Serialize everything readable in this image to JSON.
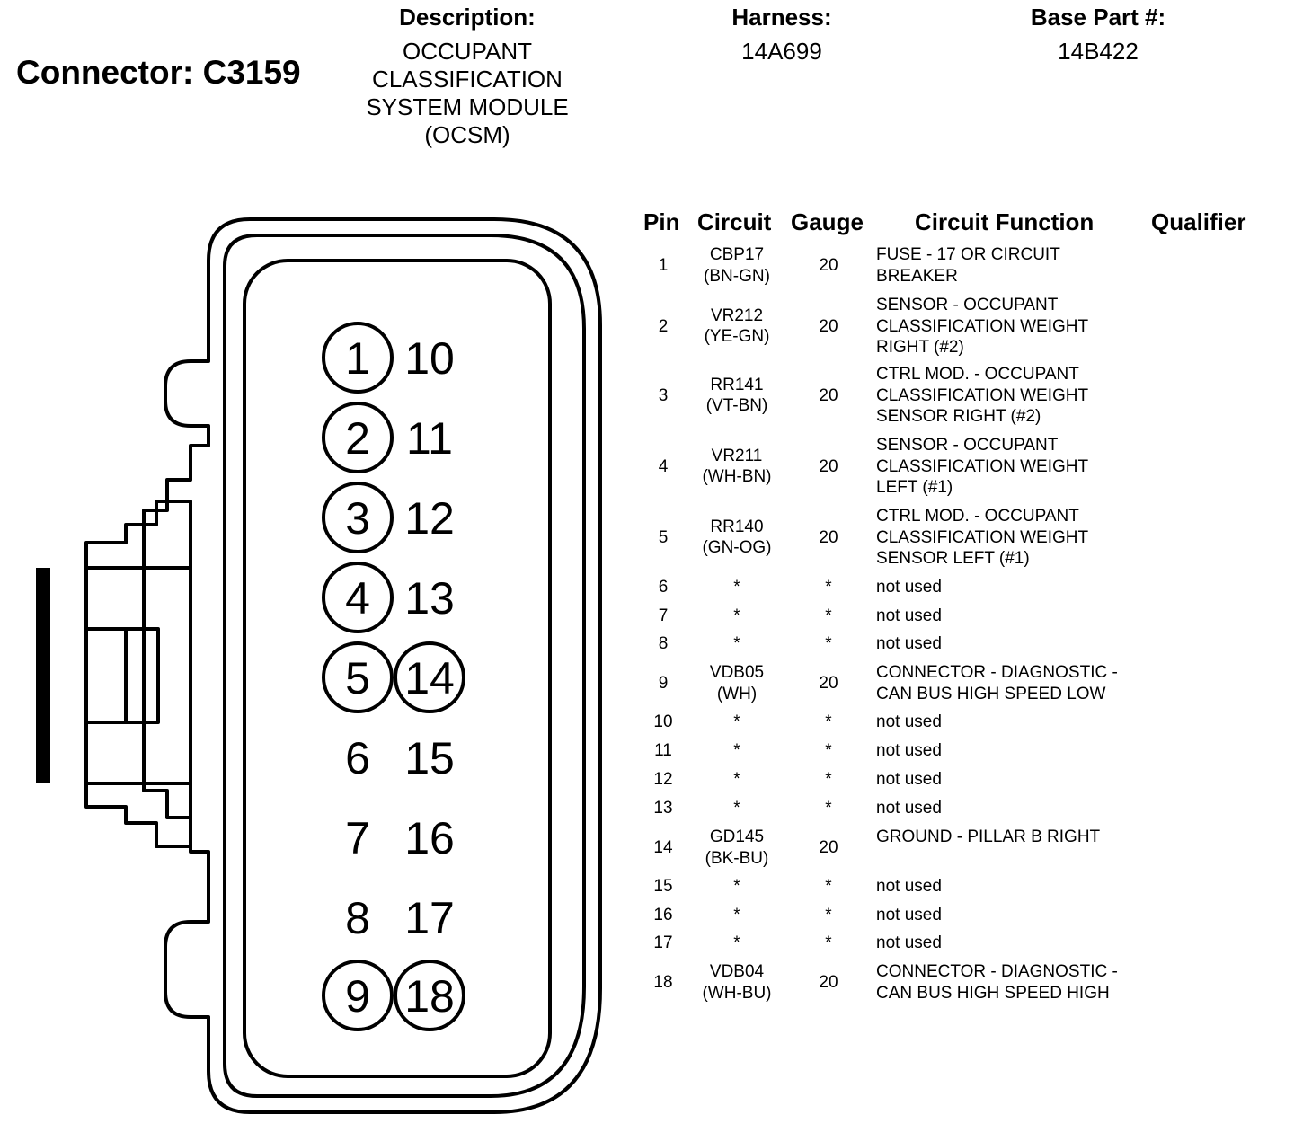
{
  "header": {
    "connector_label": "Connector: C3159",
    "description_label": "Description:",
    "description_lines": [
      "OCCUPANT",
      "CLASSIFICATION",
      "SYSTEM MODULE",
      "(OCSM)"
    ],
    "harness_label": "Harness:",
    "harness_value": "14A699",
    "base_part_label": "Base Part #:",
    "base_part_value": "14B422"
  },
  "connector_face": {
    "left_column": [
      "1",
      "2",
      "3",
      "4",
      "5",
      "6",
      "7",
      "8",
      "9"
    ],
    "right_column": [
      "10",
      "11",
      "12",
      "13",
      "14",
      "15",
      "16",
      "17",
      "18"
    ],
    "circled_pins": [
      "1",
      "2",
      "3",
      "4",
      "5",
      "9",
      "14",
      "18"
    ]
  },
  "table": {
    "columns": {
      "pin": "Pin",
      "circuit": "Circuit",
      "gauge": "Gauge",
      "function": "Circuit Function",
      "qualifier": "Qualifier"
    },
    "rows": [
      {
        "pin": "1",
        "circuit": [
          "CBP17",
          "(BN-GN)"
        ],
        "gauge": "20",
        "function": [
          "FUSE - 17 OR CIRCUIT",
          "BREAKER"
        ],
        "qualifier": ""
      },
      {
        "pin": "2",
        "circuit": [
          "VR212",
          "(YE-GN)"
        ],
        "gauge": "20",
        "function": [
          "SENSOR - OCCUPANT",
          "CLASSIFICATION WEIGHT",
          "RIGHT (#2)"
        ],
        "qualifier": ""
      },
      {
        "pin": "3",
        "circuit": [
          "RR141",
          "(VT-BN)"
        ],
        "gauge": "20",
        "function": [
          "CTRL MOD. - OCCUPANT",
          "CLASSIFICATION WEIGHT",
          "SENSOR RIGHT (#2)"
        ],
        "qualifier": ""
      },
      {
        "pin": "4",
        "circuit": [
          "VR211",
          "(WH-BN)"
        ],
        "gauge": "20",
        "function": [
          "SENSOR - OCCUPANT",
          "CLASSIFICATION WEIGHT",
          "LEFT (#1)"
        ],
        "qualifier": ""
      },
      {
        "pin": "5",
        "circuit": [
          "RR140",
          "(GN-OG)"
        ],
        "gauge": "20",
        "function": [
          "CTRL MOD. - OCCUPANT",
          "CLASSIFICATION WEIGHT",
          "SENSOR LEFT (#1)"
        ],
        "qualifier": ""
      },
      {
        "pin": "6",
        "circuit": [
          "*"
        ],
        "gauge": "*",
        "function": [
          "not used"
        ],
        "qualifier": ""
      },
      {
        "pin": "7",
        "circuit": [
          "*"
        ],
        "gauge": "*",
        "function": [
          "not used"
        ],
        "qualifier": ""
      },
      {
        "pin": "8",
        "circuit": [
          "*"
        ],
        "gauge": "*",
        "function": [
          "not used"
        ],
        "qualifier": ""
      },
      {
        "pin": "9",
        "circuit": [
          "VDB05",
          "(WH)"
        ],
        "gauge": "20",
        "function": [
          "CONNECTOR - DIAGNOSTIC -",
          "CAN BUS HIGH SPEED LOW"
        ],
        "qualifier": ""
      },
      {
        "pin": "10",
        "circuit": [
          "*"
        ],
        "gauge": "*",
        "function": [
          "not used"
        ],
        "qualifier": ""
      },
      {
        "pin": "11",
        "circuit": [
          "*"
        ],
        "gauge": "*",
        "function": [
          "not used"
        ],
        "qualifier": ""
      },
      {
        "pin": "12",
        "circuit": [
          "*"
        ],
        "gauge": "*",
        "function": [
          "not used"
        ],
        "qualifier": ""
      },
      {
        "pin": "13",
        "circuit": [
          "*"
        ],
        "gauge": "*",
        "function": [
          "not used"
        ],
        "qualifier": ""
      },
      {
        "pin": "14",
        "circuit": [
          "GD145",
          "(BK-BU)"
        ],
        "gauge": "20",
        "function": [
          "GROUND - PILLAR B RIGHT"
        ],
        "qualifier": ""
      },
      {
        "pin": "15",
        "circuit": [
          "*"
        ],
        "gauge": "*",
        "function": [
          "not used"
        ],
        "qualifier": ""
      },
      {
        "pin": "16",
        "circuit": [
          "*"
        ],
        "gauge": "*",
        "function": [
          "not used"
        ],
        "qualifier": ""
      },
      {
        "pin": "17",
        "circuit": [
          "*"
        ],
        "gauge": "*",
        "function": [
          "not used"
        ],
        "qualifier": ""
      },
      {
        "pin": "18",
        "circuit": [
          "VDB04",
          "(WH-BU)"
        ],
        "gauge": "20",
        "function": [
          "CONNECTOR - DIAGNOSTIC -",
          "CAN BUS HIGH SPEED HIGH"
        ],
        "qualifier": ""
      }
    ]
  }
}
